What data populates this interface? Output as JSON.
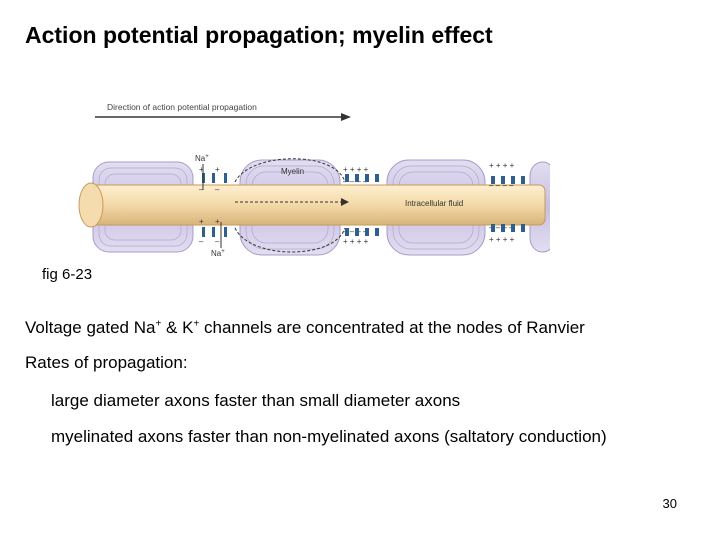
{
  "slide": {
    "title": "Action potential propagation; myelin effect",
    "figure_caption": "fig 6-23",
    "page_number": "30"
  },
  "figure": {
    "direction_label": "Direction of action potential propagation",
    "na_top": "Na",
    "na_top_sup": "+",
    "na_bottom": "Na",
    "na_bottom_sup": "+",
    "myelin_label": "Myelin",
    "fluid_label": "Intracellular fluid"
  },
  "body": {
    "line1_a": "Voltage gated Na",
    "line1_sup1": "+",
    "line1_b": " & K",
    "line1_sup2": "+",
    "line1_c": " channels are concentrated at the nodes of Ranvier",
    "line2": "Rates of propagation:",
    "line3": "large diameter axons faster than small diameter axons",
    "line4": "myelinated axons faster than non-myelinated axons (saltatory conduction)"
  }
}
